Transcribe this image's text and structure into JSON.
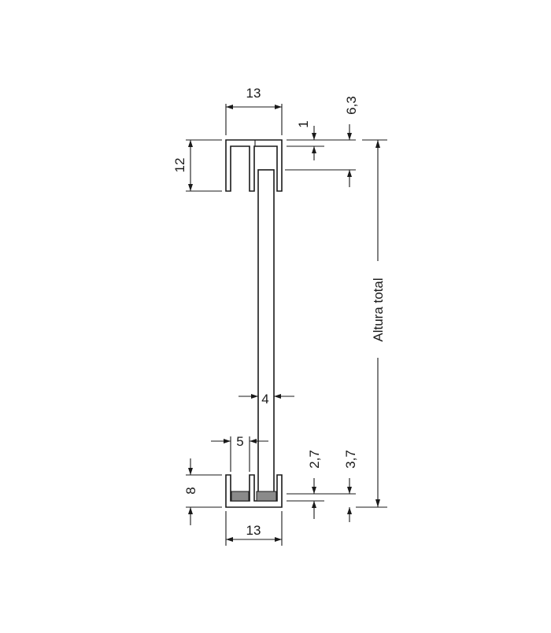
{
  "drawing": {
    "dimensions": {
      "top_width": "13",
      "top_height": "12",
      "top_wall": "1",
      "top_inset": "6,3",
      "glass_thickness": "4",
      "bottom_gap": "5",
      "bottom_height": "8",
      "bottom_inner": "2,7",
      "bottom_inset": "3,7",
      "bottom_width": "13",
      "total_height": "Altura total"
    },
    "colors": {
      "line": "#1a1a1a",
      "gasket": "#8a8a8a",
      "background": "#ffffff"
    }
  }
}
